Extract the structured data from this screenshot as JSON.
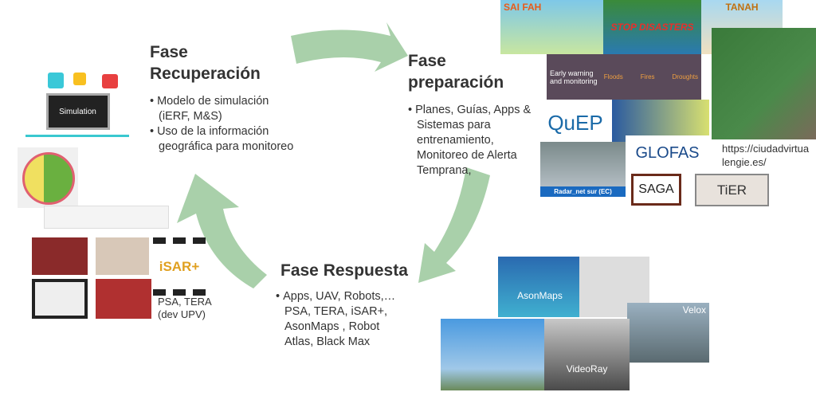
{
  "recuperacion": {
    "title_line1": "Fase",
    "title_line2": "Recuperación",
    "bullets": [
      "Modelo de simulación (iERF, M&S)",
      "Uso de la información geográfica para monitoreo"
    ]
  },
  "preparacion": {
    "title_line1": "Fase",
    "title_line2": "preparación",
    "bullets": [
      "Planes, Guías, Apps & Sistemas para entrenamiento, Monitoreo de Alerta Temprana,"
    ]
  },
  "respuesta": {
    "title": "Fase Respuesta",
    "bullets": [
      "Apps, UAV, Robots,… PSA, TERA, iSAR+, AsonMaps , Robot Atlas, Black Max"
    ]
  },
  "images": {
    "saifah": "SAI FAH",
    "stop": "STOP DISASTERS",
    "tanah": "TANAH",
    "early_warning": "Early warning and monitoring",
    "ew_items": [
      "Floods",
      "Fires",
      "Droughts"
    ],
    "quep": "QuEP",
    "glofas": "GLOFAS",
    "radar": "Radar_net sur (EC)",
    "saga": "SAGA",
    "tier": "TiER",
    "url": "https://ciudadvirtualengie.es/",
    "simulation": "Simulation",
    "isar": "iSAR+",
    "psa_caption": "PSA, TERA (dev UPV)",
    "asonmaps": "AsonMaps",
    "velox": "Velox",
    "videoray": "VideoRay"
  },
  "colors": {
    "arrow": "#a9d0aa"
  }
}
